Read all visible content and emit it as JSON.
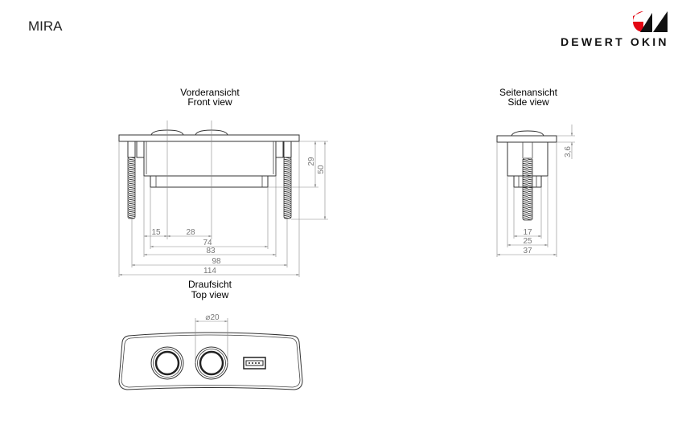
{
  "product_name": "MIRA",
  "brand": {
    "name": "DEWERT OKIN",
    "accent_color": "#e30613"
  },
  "views": {
    "front": {
      "title_de": "Vorderansicht",
      "title_en": "Front view"
    },
    "side": {
      "title_de": "Seitenansicht",
      "title_en": "Side view"
    },
    "top": {
      "title_de": "Draufsicht",
      "title_en": "Top view"
    }
  },
  "dimensions": {
    "front": {
      "d15": "15",
      "d28": "28",
      "d74": "74",
      "d83": "83",
      "d98": "98",
      "d114": "114",
      "d29": "29",
      "d50": "50"
    },
    "side": {
      "d17": "17",
      "d25": "25",
      "d37": "37",
      "d3_6": "3,6"
    },
    "top": {
      "diameter": "⌀20"
    }
  }
}
